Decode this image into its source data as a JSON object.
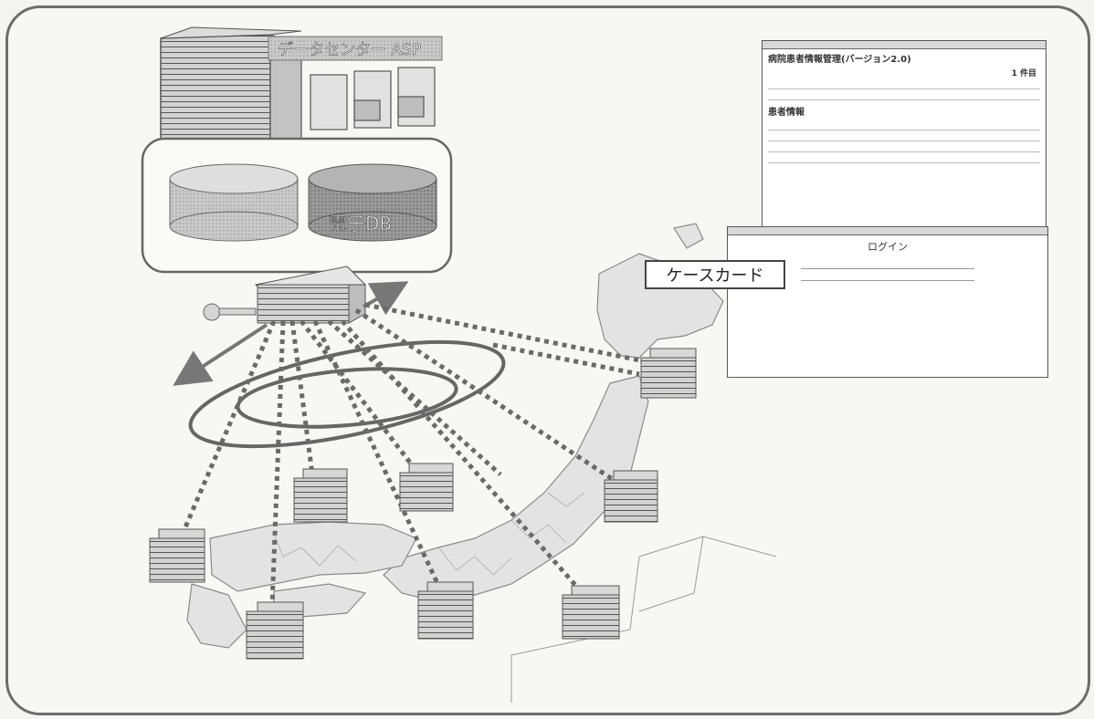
{
  "labels": {
    "datacenter": "データセンター ASP",
    "db2": "電子DB",
    "case_card": "ケースカード"
  },
  "screens": {
    "back_title": "病院患者情報管理(バージョン2.0)",
    "back_count": "1 件目",
    "back_section": "患者情報",
    "front_title": "ログイン"
  },
  "colors": {
    "line": "#555555",
    "dots": "#6a6a6a",
    "fill": "#b7b7b7",
    "dark_fill": "#8a8a8a"
  }
}
